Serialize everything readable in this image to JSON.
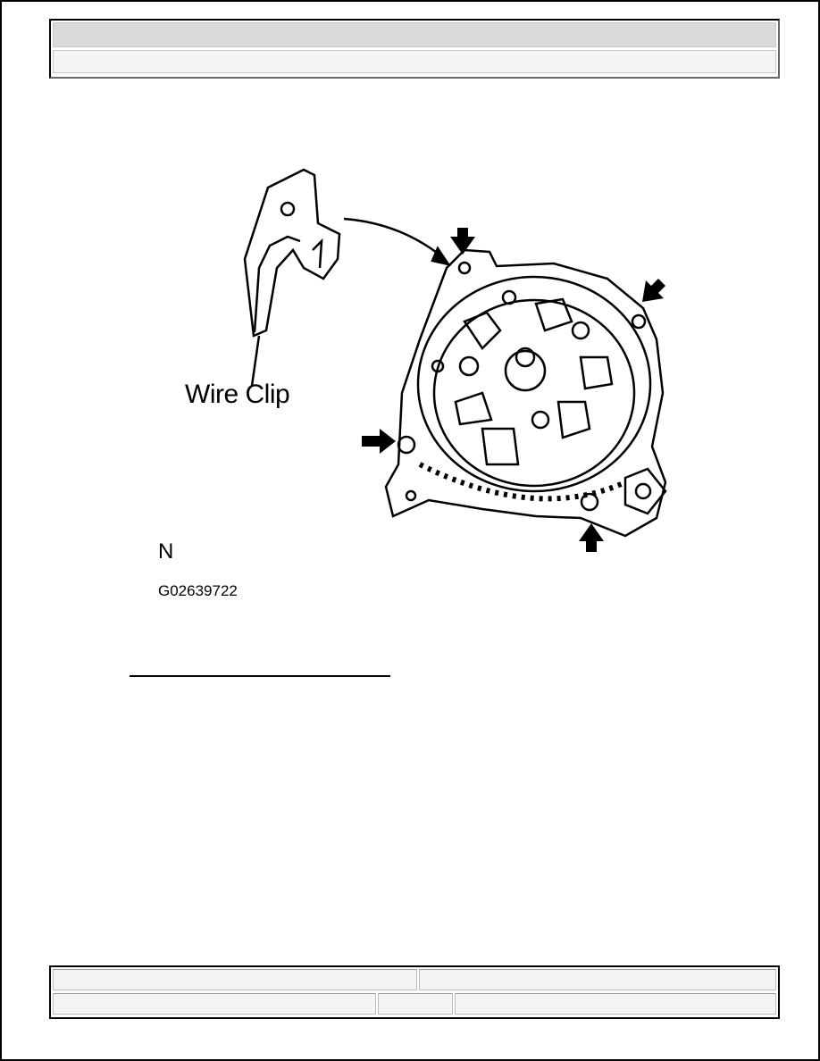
{
  "figure": {
    "callout": "Wire Clip",
    "orientation_mark": "N",
    "figure_code": "G02639722"
  }
}
